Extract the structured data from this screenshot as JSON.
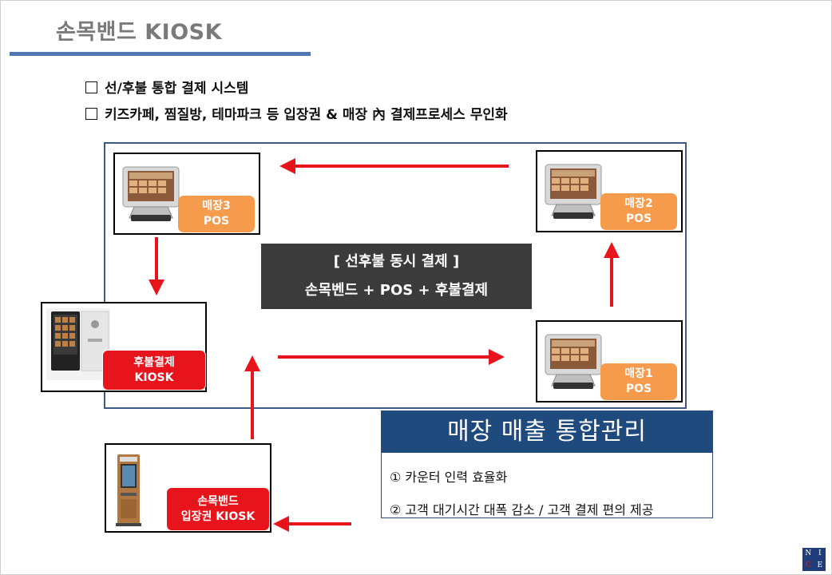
{
  "title": "손목밴드 KIOSK",
  "bullets": [
    "선/후불 통합 결제 시스템",
    "키즈카페, 찜질방, 테마파크 등 입장권 & 매장 內 결제프로세스 무인화"
  ],
  "devices": {
    "pos3": {
      "line1": "매장3",
      "line2": "POS"
    },
    "pos2": {
      "line1": "매장2",
      "line2": "POS"
    },
    "pos1": {
      "line1": "매장1",
      "line2": "POS"
    },
    "postpay_kiosk": {
      "line1": "후불결제",
      "line2": "KIOSK"
    },
    "entry_kiosk": {
      "line1": "손목밴드",
      "line2": "입장권 KIOSK"
    }
  },
  "center": {
    "line1": "[ 선후불 동시 결제 ]",
    "line2": "손목벤드 + POS + 후불결제"
  },
  "management": {
    "heading": "매장 매출 통합관리",
    "items": [
      "① 카운터 인력 효율화",
      "② 고객 대기시간 대폭 감소 / 고객 결제 편의 제공"
    ]
  },
  "logo": {
    "letters": [
      "N",
      "I",
      "C",
      "E"
    ]
  },
  "colors": {
    "arrow": "#e8141c",
    "orange_tag": "#f69a4b",
    "red_tag": "#e8141c",
    "navy": "#1f4a7e",
    "frame": "#3c5a82"
  },
  "icons": [
    "pos-terminal-icon",
    "wall-kiosk-icon",
    "standing-kiosk-icon"
  ]
}
